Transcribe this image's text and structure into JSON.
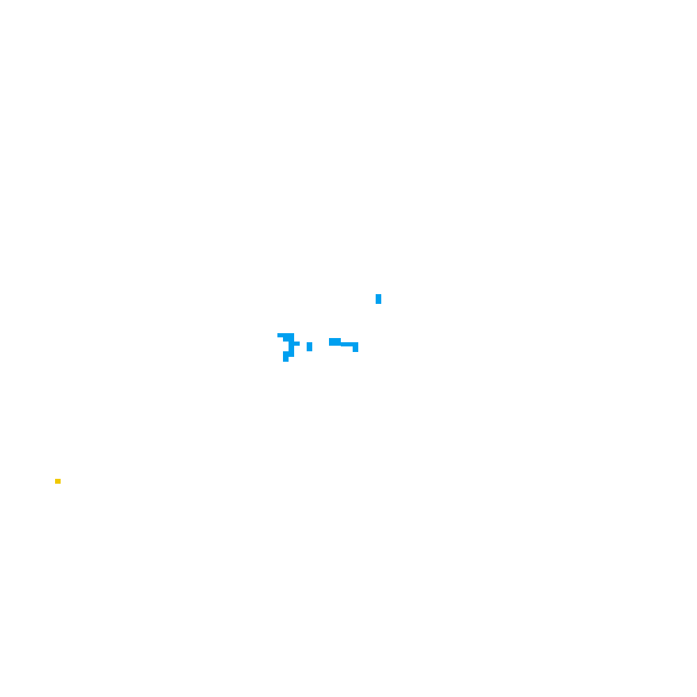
{
  "canvas": {
    "background_color": "#ffffff"
  },
  "colors": {
    "cyan": "#00a0f0",
    "yellow": "#f0c800"
  },
  "clusters": [
    {
      "name": "cyan-pixel-cluster",
      "color": "cyan"
    },
    {
      "name": "yellow-pixel",
      "color": "yellow"
    }
  ]
}
